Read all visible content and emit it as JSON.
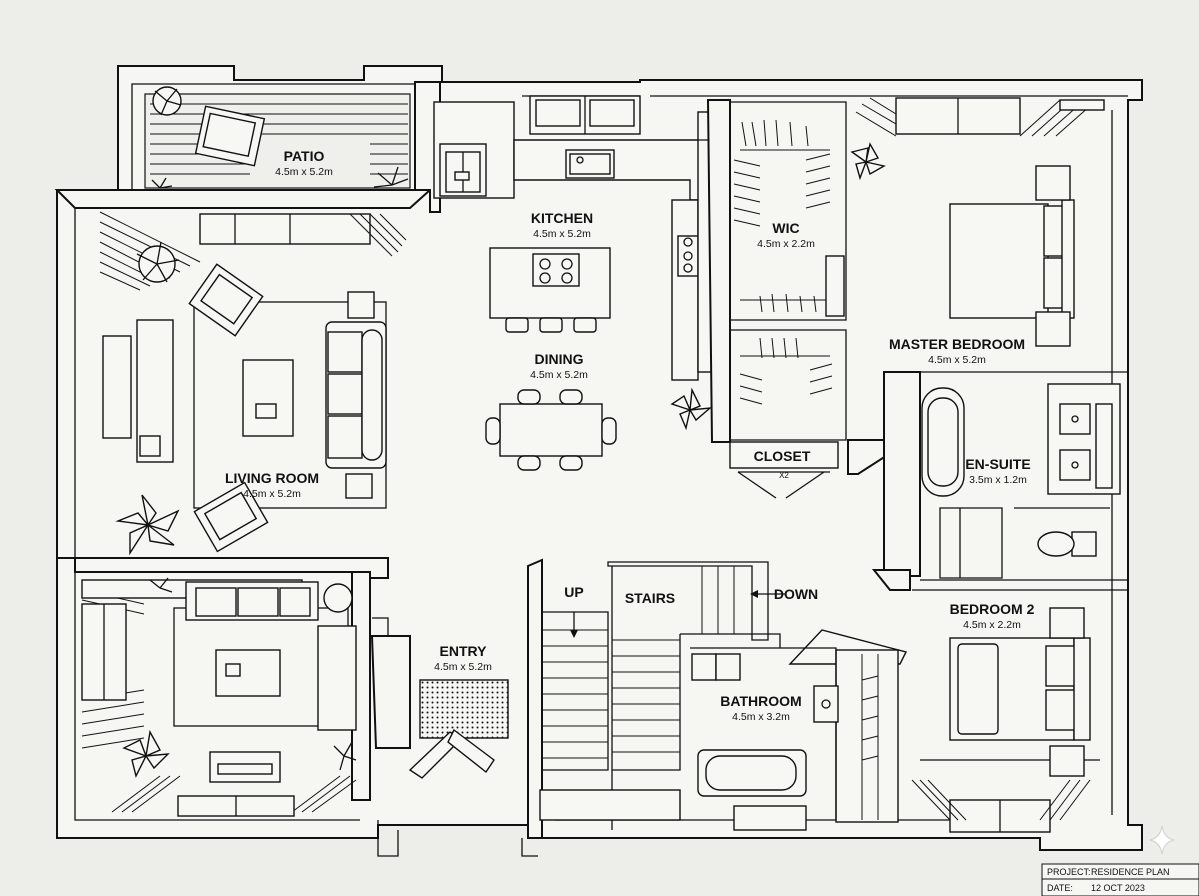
{
  "rooms": [
    {
      "id": "patio",
      "name": "PATIO",
      "dims": "4.5m x 5.2m"
    },
    {
      "id": "kitchen",
      "name": "KITCHEN",
      "dims": "4.5m x 5.2m"
    },
    {
      "id": "wic",
      "name": "WIC",
      "dims": "4.5m x 2.2m"
    },
    {
      "id": "master",
      "name": "MASTER BEDROOM",
      "dims": "4.5m x 5.2m"
    },
    {
      "id": "dining",
      "name": "DINING",
      "dims": "4.5m x 5.2m"
    },
    {
      "id": "living",
      "name": "LIVING ROOM",
      "dims": "4.5m x 5.2m"
    },
    {
      "id": "ensuite",
      "name": "EN-SUITE",
      "dims": "3.5m x 1.2m"
    },
    {
      "id": "closet",
      "name": "CLOSET",
      "dims": ""
    },
    {
      "id": "bedroom2",
      "name": "BEDROOM 2",
      "dims": "4.5m x 2.2m"
    },
    {
      "id": "entry",
      "name": "ENTRY",
      "dims": "4.5m x 5.2m"
    },
    {
      "id": "bathroom",
      "name": "BATHROOM",
      "dims": "4.5m x 3.2m"
    },
    {
      "id": "stairs",
      "name": "STAIRS",
      "dims": ""
    }
  ],
  "stair_labels": {
    "up": "UP",
    "down": "DOWN"
  },
  "closet_door_mark": "X2",
  "title_block": {
    "project_label": "PROJECT:",
    "project_value": "RESIDENCE PLAN",
    "date_label": "DATE:",
    "date_value": "12 OCT 2023"
  },
  "icons": [
    "plant-icon",
    "armchair-icon",
    "sofa-icon",
    "bed-icon",
    "bathtub-icon",
    "toilet-icon",
    "sink-icon",
    "stove-icon",
    "refrigerator-icon",
    "dining-table-icon",
    "sparkle-icon"
  ]
}
